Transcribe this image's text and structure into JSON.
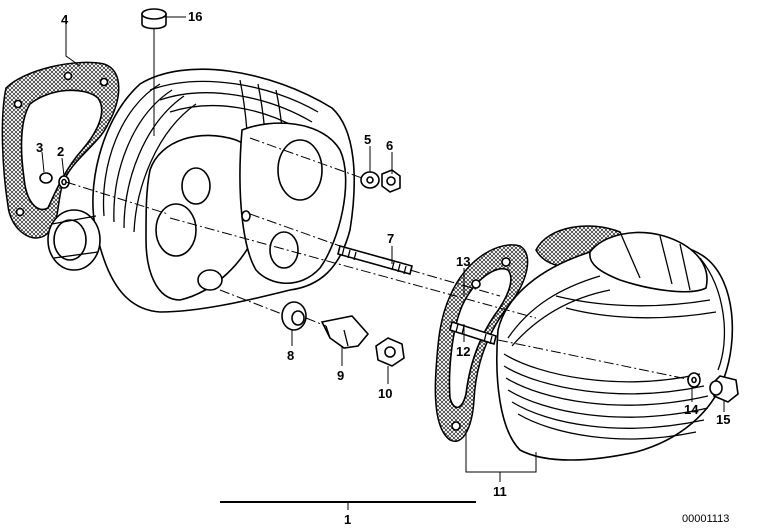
{
  "diagram": {
    "labels": {
      "p1": "1",
      "p2": "2",
      "p3": "3",
      "p4": "4",
      "p5": "5",
      "p6": "6",
      "p7": "7",
      "p8": "8",
      "p9": "9",
      "p10": "10",
      "p11": "11",
      "p12": "12",
      "p13": "13",
      "p14": "14",
      "p15": "15",
      "p16": "16"
    },
    "figure_code": "00001113"
  }
}
